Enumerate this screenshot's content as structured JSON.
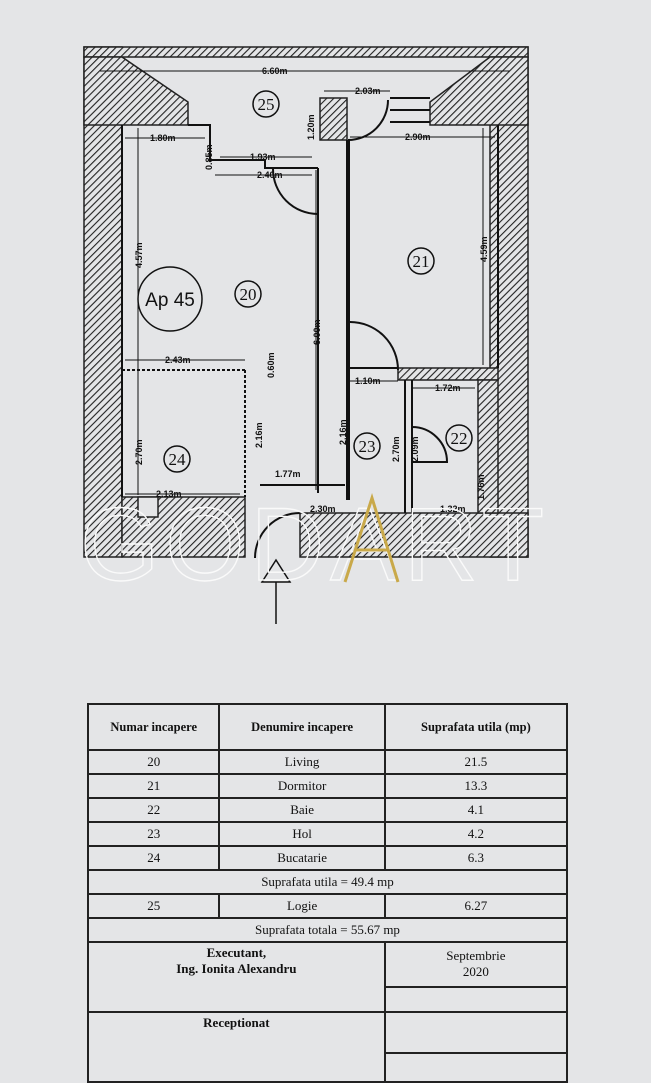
{
  "plan": {
    "apartment_label": "Ap 45",
    "rooms": [
      "20",
      "21",
      "22",
      "23",
      "24",
      "25"
    ],
    "dimensions": {
      "total_width": "6.60m",
      "d_2_03": "2.03m",
      "d_1_80": "1.80m",
      "d_0_85": "0.85m",
      "d_1_93": "1.93m",
      "d_1_20": "1.20m",
      "d_2_40": "2.40m",
      "d_2_90": "2.90m",
      "d_4_57": "4.57m",
      "d_4_59": "4.59m",
      "d_6_00": "6.00m",
      "d_2_43": "2.43m",
      "d_0_60": "0.60m",
      "d_1_10": "1.10m",
      "d_1_72": "1.72m",
      "d_2_70a": "2.70m",
      "d_2_16a": "2.16m",
      "d_2_16b": "2.16m",
      "d_2_70b": "2.70m",
      "d_2_09": "2.09m",
      "d_1_76": "1.76m",
      "d_1_77": "1.77m",
      "d_2_13": "2.13m",
      "d_2_30": "2.30m",
      "d_1_32": "1.32m"
    },
    "watermark": "GODART",
    "accent_color": "#c9a94a"
  },
  "table": {
    "headers": [
      "Numar incapere",
      "Denumire incapere",
      "Suprafata utila (mp)"
    ],
    "rows": [
      {
        "nr": "20",
        "name": "Living",
        "area": "21.5"
      },
      {
        "nr": "21",
        "name": "Dormitor",
        "area": "13.3"
      },
      {
        "nr": "22",
        "name": "Baie",
        "area": "4.1"
      },
      {
        "nr": "23",
        "name": "Hol",
        "area": "4.2"
      },
      {
        "nr": "24",
        "name": "Bucatarie",
        "area": "6.3"
      }
    ],
    "useful_total": "Suprafata utila = 49.4 mp",
    "loggia": {
      "nr": "25",
      "name": "Logie",
      "area": "6.27"
    },
    "grand_total": "Suprafata totala = 55.67 mp",
    "executant_label": "Executant,",
    "executant_name": "Ing. Ionita Alexandru",
    "month": "Septembrie",
    "year": "2020",
    "received_label": "Receptionat"
  }
}
